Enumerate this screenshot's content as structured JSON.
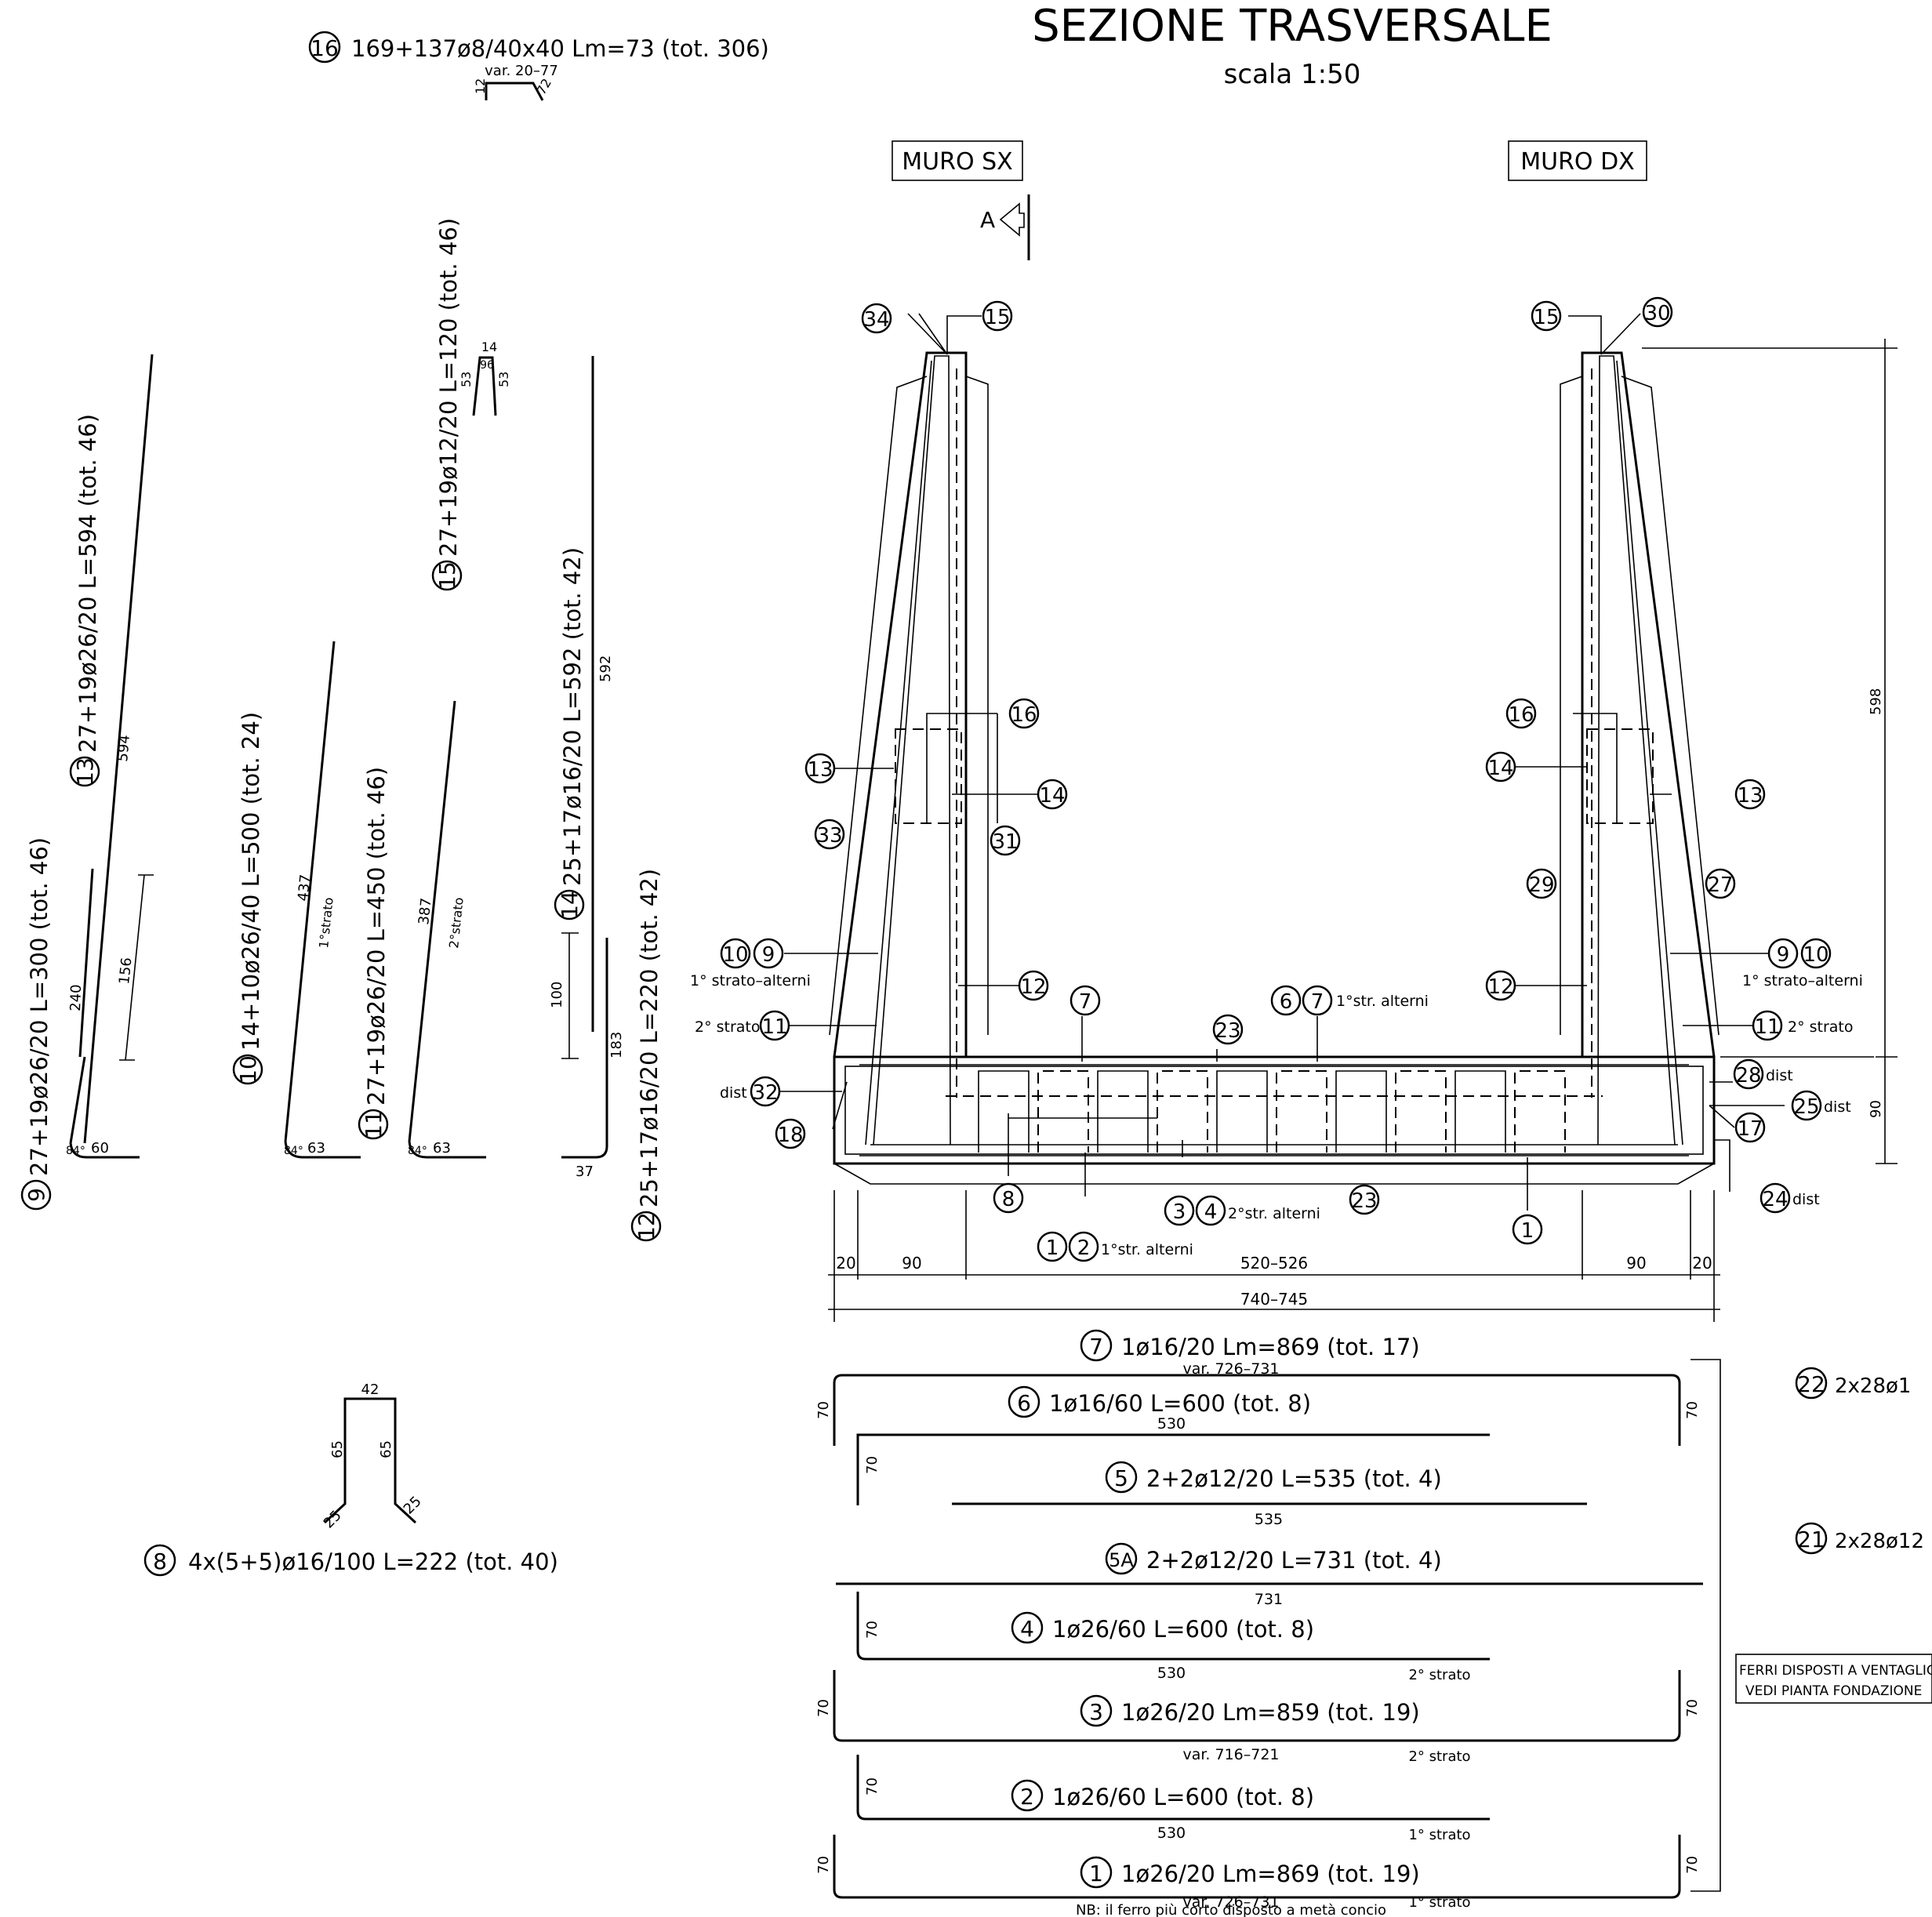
{
  "title": "SEZIONE TRASVERSALE",
  "scale": "scala 1:50",
  "walls": {
    "left": "MURO SX",
    "right": "MURO DX",
    "section_mark": "A"
  },
  "bar_schedule_left": {
    "b16": {
      "mark": "16",
      "spec": "169+137ø8/40x40 Lm=73 (tot. 306)",
      "var": "var. 20–77",
      "d1": "12",
      "d2": "72"
    },
    "b15": {
      "mark": "15",
      "spec": "27+19ø12/20 L=120 (tot. 46)",
      "d_top": "14",
      "d_inner": "96",
      "d_left": "53",
      "d_right": "53"
    },
    "b13": {
      "mark": "13",
      "spec": "27+19ø26/20 L=594 (tot. 46)",
      "d_len": "594"
    },
    "b9": {
      "mark": "9",
      "spec": "27+19ø26/20 L=300 (tot. 46)",
      "d_len": "240",
      "d_lap": "156",
      "angle": "84°",
      "d_foot": "60"
    },
    "b10": {
      "mark": "10",
      "spec": "14+10ø26/40 L=500 (tot. 24)",
      "d_len": "437",
      "layer": "1°strato",
      "angle": "84°",
      "d_foot": "63"
    },
    "b11": {
      "mark": "11",
      "spec": "27+19ø26/20 L=450 (tot. 46)",
      "d_len": "387",
      "layer": "2°strato",
      "angle": "84°",
      "d_foot": "63"
    },
    "b14": {
      "mark": "14",
      "spec": "25+17ø16/20 L=592 (tot. 42)",
      "d_len": "592",
      "d_lap": "100"
    },
    "b12": {
      "mark": "12",
      "spec": "25+17ø16/20 L=220 (tot. 42)",
      "d_len": "183",
      "d_foot": "37"
    },
    "b8": {
      "mark": "8",
      "spec": "4x(5+5)ø16/100 L=222 (tot. 40)",
      "d_top": "42",
      "d_left": "65",
      "d_right": "65",
      "d_leg1": "25",
      "d_leg2": "25"
    }
  },
  "section_labels": {
    "l34": "34",
    "l15a": "15",
    "l15b": "15",
    "l30": "30",
    "l16a": "16",
    "l16b": "16",
    "l13a": "13",
    "l13b": "13",
    "l14a": "14",
    "l14b": "14",
    "l33": "33",
    "l31": "31",
    "l29": "29",
    "l27": "27",
    "l10a": "10",
    "l9a": "9",
    "l9b": "9",
    "l10b": "10",
    "l12a": "12",
    "l12b": "12",
    "l7a": "7",
    "l6": "6",
    "l7b": "7",
    "l23a": "23",
    "l23b": "23",
    "l11a": "11",
    "l11b": "11",
    "l28": "28",
    "l25": "25",
    "l17": "17",
    "l32": "32",
    "l18": "18",
    "l8": "8",
    "l3": "3",
    "l4": "4",
    "l1a": "1",
    "l2": "2",
    "l1b": "1",
    "l24": "24"
  },
  "section_notes": {
    "layer1_alt_left": "1° strato–alterni",
    "layer1_alt_right": "1° strato–alterni",
    "layer2_left": "2° strato",
    "layer2_right": "2° strato",
    "dist_left": "dist",
    "dist_28": "dist",
    "dist_25": "dist",
    "dist_24": "dist",
    "layer1_alt_67": "1°str. alterni",
    "layer2_alt_34": "2°str. alterni",
    "layer1_alt_12": "1°str. alterni"
  },
  "dimensions": {
    "height": "598",
    "base": "90",
    "d20a": "20",
    "d90a": "90",
    "inner": "520–526",
    "d90b": "90",
    "d20b": "20",
    "total": "740–745"
  },
  "bar_schedule_bottom": {
    "b7": {
      "mark": "7",
      "spec": "1ø16/20 Lm=869 (tot. 17)",
      "var": "var. 726–731"
    },
    "b6": {
      "mark": "6",
      "spec": "1ø16/60 L=600 (tot. 8)",
      "d_len": "530"
    },
    "b5": {
      "mark": "5",
      "spec": "2+2ø12/20 L=535 (tot. 4)",
      "d_len": "535"
    },
    "b5a": {
      "mark": "5A",
      "spec": "2+2ø12/20 L=731 (tot. 4)",
      "d_len": "731"
    },
    "b4": {
      "mark": "4",
      "spec": "1ø26/60 L=600 (tot. 8)",
      "d_len": "530",
      "layer": "2° strato"
    },
    "b3": {
      "mark": "3",
      "spec": "1ø26/20 Lm=859 (tot. 19)",
      "var": "var. 716–721",
      "layer": "2° strato"
    },
    "b2": {
      "mark": "2",
      "spec": "1ø26/60 L=600 (tot. 8)",
      "d_len": "530",
      "layer": "1° strato"
    },
    "b1": {
      "mark": "1",
      "spec": "1ø26/20 Lm=869 (tot. 19)",
      "var": "var. 726–731",
      "layer": "1° strato"
    },
    "leg": "70",
    "nb": "NB: il ferro più corto disposto a metà concio"
  },
  "right_panel": {
    "b22": {
      "mark": "22",
      "spec": "2x28ø1"
    },
    "b21": {
      "mark": "21",
      "spec": "2x28ø12"
    },
    "note_line1": "FERRI DISPOSTI A VENTAGLIO",
    "note_line2": "VEDI PIANTA FONDAZIONE"
  }
}
